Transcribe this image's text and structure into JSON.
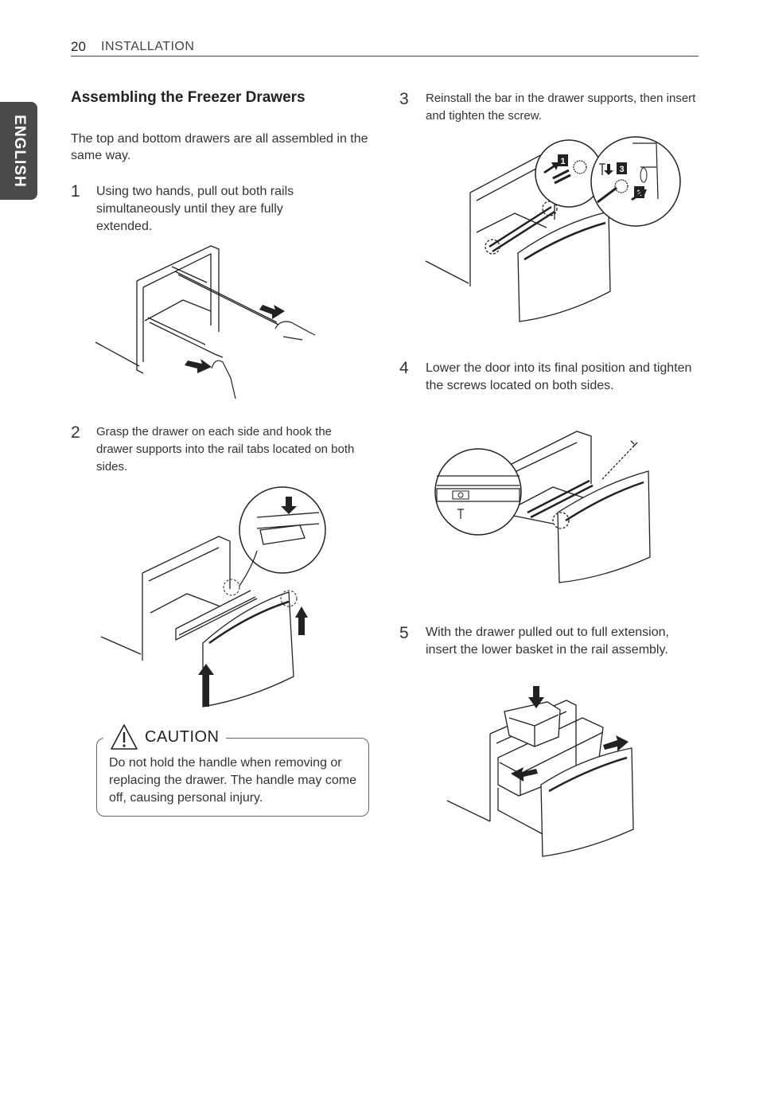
{
  "header": {
    "page_number": "20",
    "section": "INSTALLATION"
  },
  "side_tab": {
    "label": "ENGLISH"
  },
  "title": "Assembling the Freezer Drawers",
  "intro": "The top and bottom drawers are all assembled in the same way.",
  "steps": [
    {
      "number": "1",
      "text": "Using two hands, pull out both rails simultaneously until they are fully extended."
    },
    {
      "number": "2",
      "text": "Grasp the drawer on each side and hook the drawer supports into the rail tabs located on both sides."
    },
    {
      "number": "3",
      "text": "Reinstall the bar in the drawer supports, then insert and tighten the screw."
    },
    {
      "number": "4",
      "text": "Lower the door into its final position and tighten the screws located on both sides."
    },
    {
      "number": "5",
      "text": "With the drawer pulled out to full extension, insert the lower basket in the rail assembly."
    }
  ],
  "caution": {
    "label": "CAUTION",
    "text": "Do not hold the handle when removing or replacing the drawer. The handle may come off, causing personal injury."
  },
  "callouts": {
    "c1": "1",
    "c2": "2",
    "c3": "3"
  },
  "icons": {
    "arrow": "arrow-icon",
    "warning": "warning-triangle-icon",
    "hand": "hand-icon",
    "screw": "screw-icon",
    "magnify": "magnify-circle-icon"
  }
}
